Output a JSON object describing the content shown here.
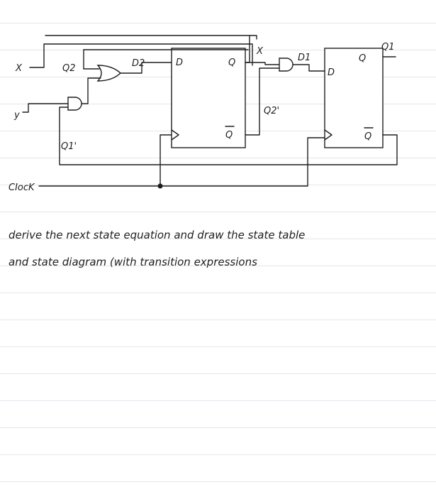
{
  "diagram": {
    "inputs": {
      "x": "X",
      "y": "y",
      "clock": "CIocK"
    },
    "wire_labels": {
      "q2_in": "Q2",
      "q1_not_in": "Q1'",
      "d2": "D2",
      "x_right": "X",
      "d1": "D1",
      "q2_not_out": "Q2'",
      "q1_out": "Q1"
    },
    "flipflop_2": {
      "d": "D",
      "q": "Q",
      "q_bar": "Q"
    },
    "flipflop_1": {
      "d": "D",
      "q": "Q",
      "q_bar": "Q"
    }
  },
  "question": {
    "line1": "derive the next state equation and draw the state table",
    "line2": "and state diagram (with transition expressions"
  }
}
